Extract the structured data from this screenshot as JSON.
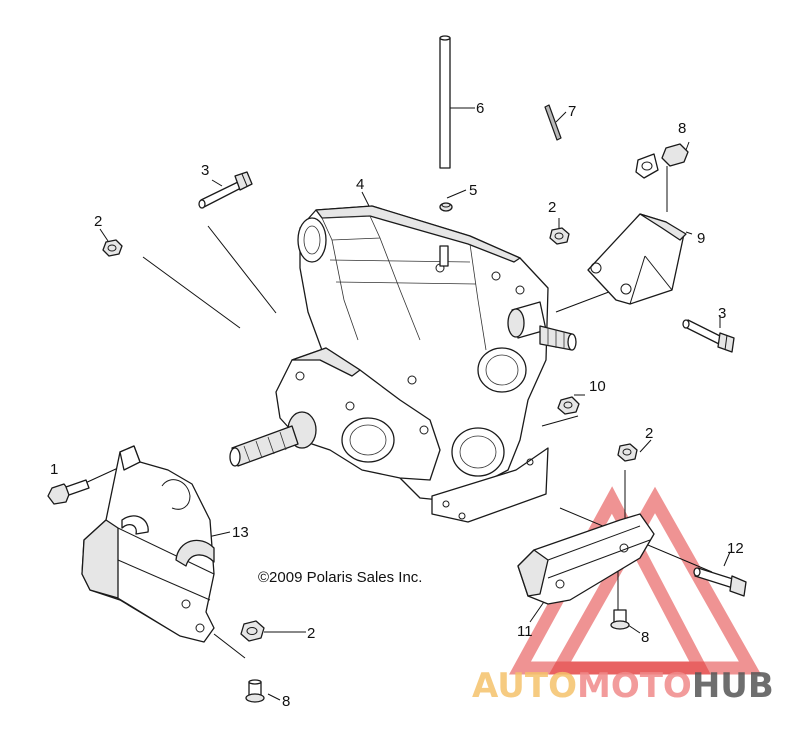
{
  "callouts": [
    {
      "id": "c1",
      "label": "1"
    },
    {
      "id": "c2a",
      "label": "2"
    },
    {
      "id": "c2b",
      "label": "2"
    },
    {
      "id": "c2c",
      "label": "2"
    },
    {
      "id": "c2d",
      "label": "2"
    },
    {
      "id": "c3a",
      "label": "3"
    },
    {
      "id": "c3b",
      "label": "3"
    },
    {
      "id": "c4",
      "label": "4"
    },
    {
      "id": "c5",
      "label": "5"
    },
    {
      "id": "c6",
      "label": "6"
    },
    {
      "id": "c7",
      "label": "7"
    },
    {
      "id": "c8a",
      "label": "8"
    },
    {
      "id": "c8b",
      "label": "8"
    },
    {
      "id": "c8c",
      "label": "8"
    },
    {
      "id": "c9",
      "label": "9"
    },
    {
      "id": "c10",
      "label": "10"
    },
    {
      "id": "c11",
      "label": "11"
    },
    {
      "id": "c12",
      "label": "12"
    },
    {
      "id": "c13",
      "label": "13"
    }
  ],
  "copyright": "©2009 Polaris Sales Inc.",
  "watermark": {
    "part1": "AUTO",
    "part2": "MOTO",
    "part3": "HUB",
    "color1": "#f5c26b",
    "color2": "#f08a8a",
    "color3": "#555555",
    "logo_color": "#e23b3b"
  }
}
